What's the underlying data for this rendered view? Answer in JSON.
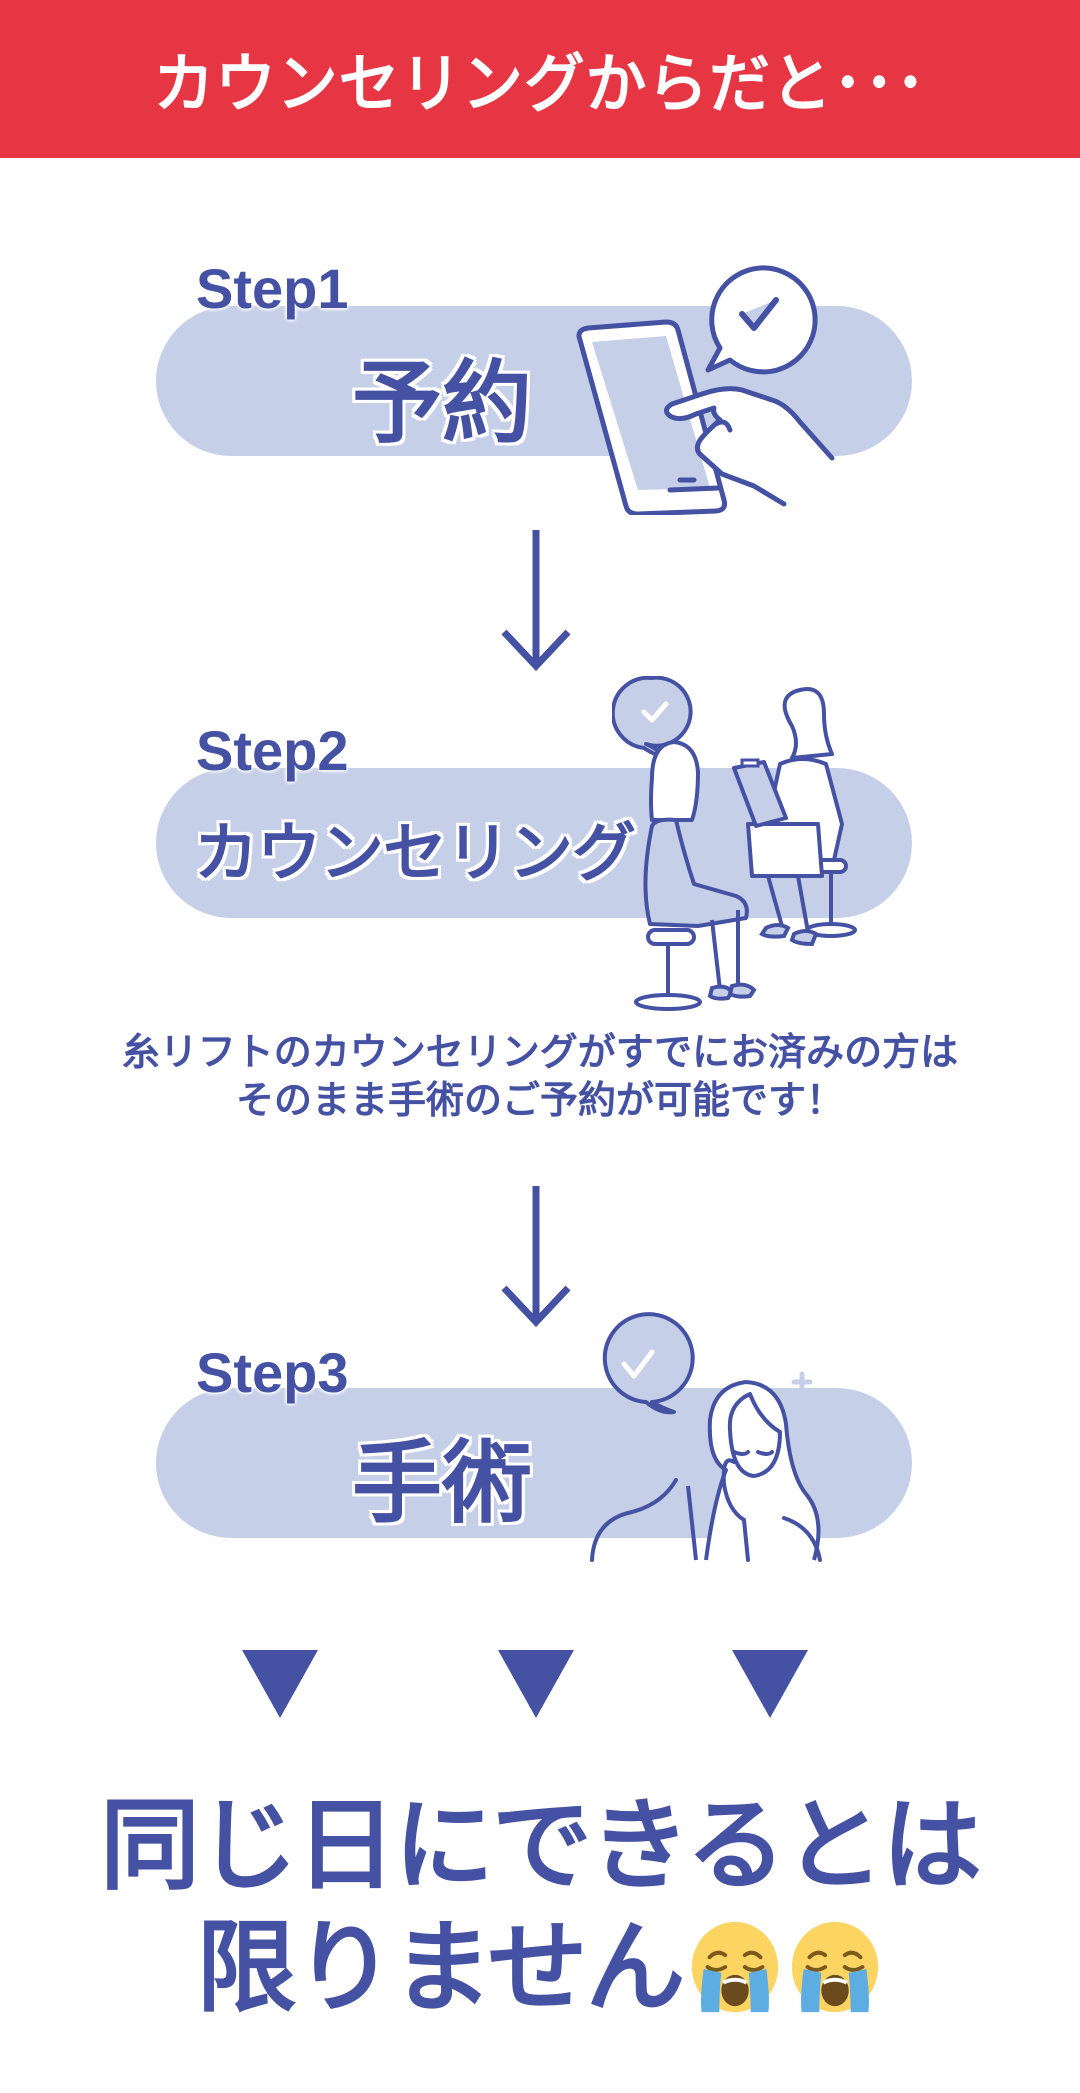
{
  "header": {
    "title": "カウンセリングからだと･･･"
  },
  "colors": {
    "banner_red": "#e63543",
    "primary_blue": "#4552a3",
    "pill_lavender": "#c5cfe8"
  },
  "steps": [
    {
      "label": "Step1",
      "title": "予約",
      "illustration": "phone-tap-check-icon"
    },
    {
      "label": "Step2",
      "title": "カウンセリング",
      "illustration": "doctor-patient-consultation-icon"
    },
    {
      "label": "Step3",
      "title": "手術",
      "illustration": "woman-worried-check-icon"
    }
  ],
  "note": {
    "line1": "糸リフトのカウンセリングがすでにお済みの方は",
    "line2": "そのまま手術のご予約が可能です！"
  },
  "conclusion": {
    "line1": "同じ日にできるとは",
    "line2": "限りません",
    "emoji": [
      "loudly-crying-face-icon",
      "loudly-crying-face-icon"
    ]
  }
}
